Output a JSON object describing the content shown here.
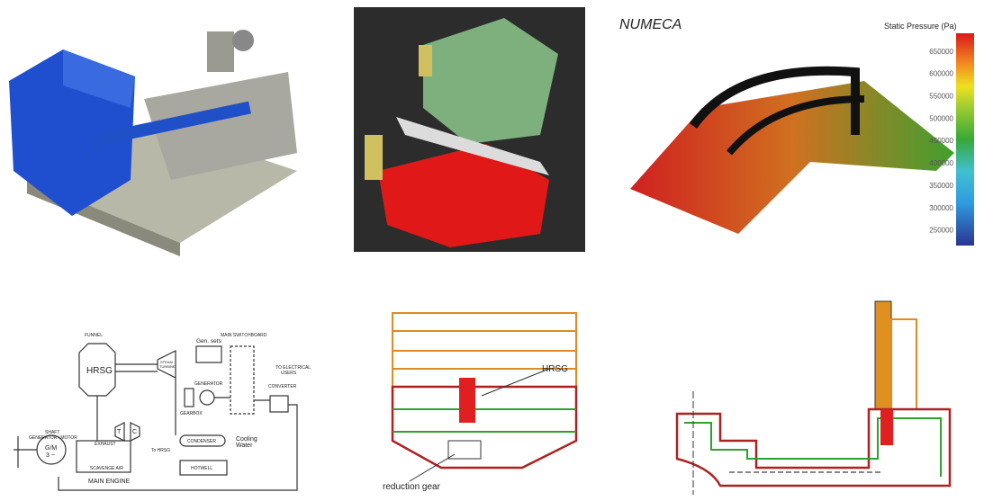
{
  "panels": {
    "cfd": {
      "brand": "NUMECA",
      "colorbar_title": "Static Pressure (Pa)",
      "ticks": [
        650000,
        600000,
        550000,
        500000,
        450000,
        400000,
        350000,
        300000,
        250000
      ],
      "range": [
        215000,
        690000
      ]
    },
    "schematic": {
      "funnel": "FUNNEL",
      "hrsg": "HRSG",
      "switchboard": "MAIN SWITCHBOARD",
      "gensets": "Gen. sets",
      "to_users_1": "TO ELECTRICAL",
      "to_users_2": "USERS",
      "generator": "GENERATOR",
      "converter": "CONVERTER",
      "steam_turbine_1": "STEAM",
      "steam_turbine_2": "TURBINE",
      "gearbox": "GEARBOX",
      "turbine": "T",
      "compressor": "C",
      "shaft_gen_1": "SHAFT",
      "shaft_gen_2": "GENERATOR / MOTOR",
      "gm_1": "G/M",
      "gm_2": "3 ~",
      "exhaust": "EXHAUST",
      "scavenge": "SCAVENGE AIR",
      "main_engine": "MAIN ENGINE",
      "to_hrsg": "To HRSG",
      "condenser": "CONDENSER",
      "cooling_1": "Cooling",
      "cooling_2": "Water",
      "hotwell": "HOTWELL"
    },
    "section": {
      "hrsg": "HRSG",
      "reduction_gear": "reduction gear"
    }
  }
}
